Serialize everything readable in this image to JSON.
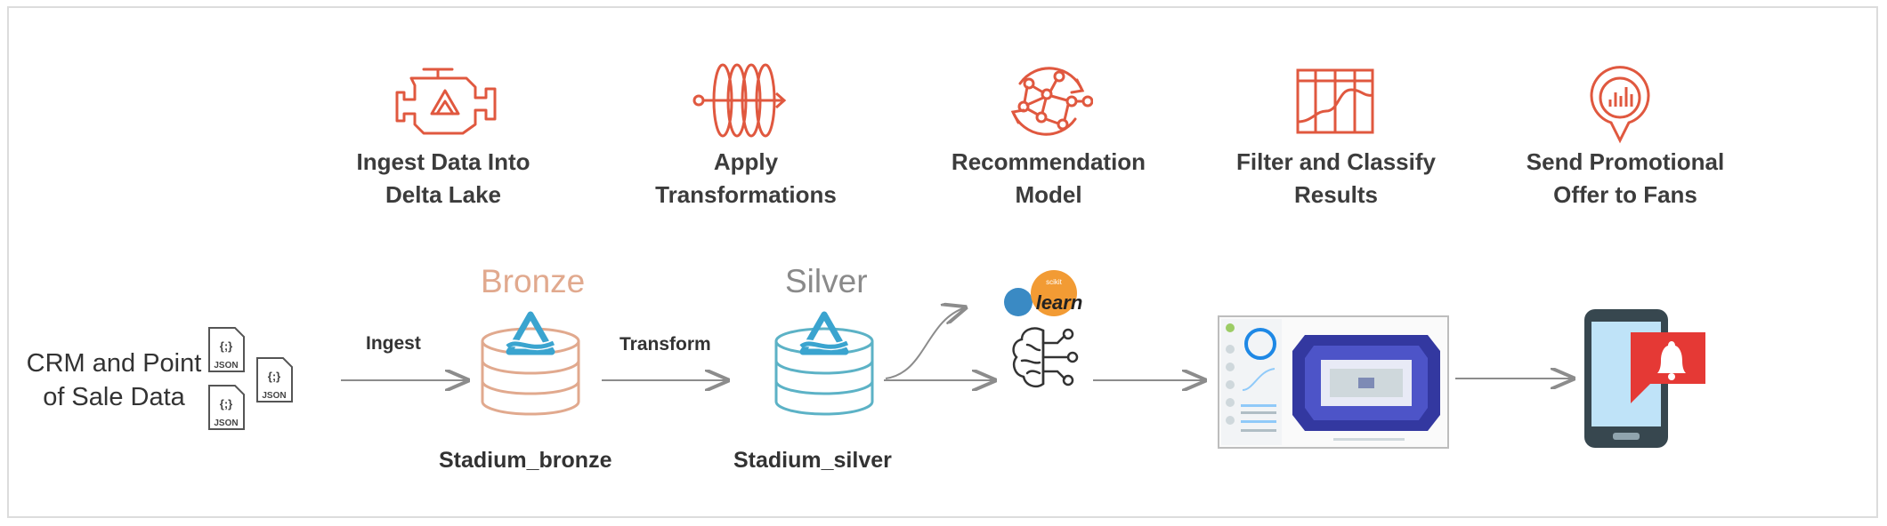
{
  "colors": {
    "accent": "#e0583f",
    "bronze": "#e1a98e",
    "silver_text": "#8a8a8a",
    "silver": "#5cb2c6",
    "delta": "#3aa4cf",
    "arrow": "#8c8c8c"
  },
  "steps": [
    {
      "icon": "engine-icon",
      "line1": "Ingest Data Into",
      "line2": "Delta Lake"
    },
    {
      "icon": "transform-coil-icon",
      "line1": "Apply",
      "line2": "Transformations"
    },
    {
      "icon": "neural-network-icon",
      "line1": "Recommendation",
      "line2": "Model"
    },
    {
      "icon": "filter-chart-icon",
      "line1": "Filter and Classify",
      "line2": "Results"
    },
    {
      "icon": "promo-pin-icon",
      "line1": "Send Promotional",
      "line2": "Offer to Fans"
    }
  ],
  "source": {
    "line1": "CRM and Point",
    "line2": "of Sale Data",
    "file_label": "JSON",
    "file_glyph": "{;}"
  },
  "arrows": {
    "ingest": "Ingest",
    "transform": "Transform"
  },
  "bronze": {
    "title": "Bronze",
    "table": "Stadium_bronze"
  },
  "silver": {
    "title": "Silver",
    "table": "Stadium_silver"
  },
  "model": {
    "logo_small": "scikit",
    "logo_main": "learn"
  }
}
